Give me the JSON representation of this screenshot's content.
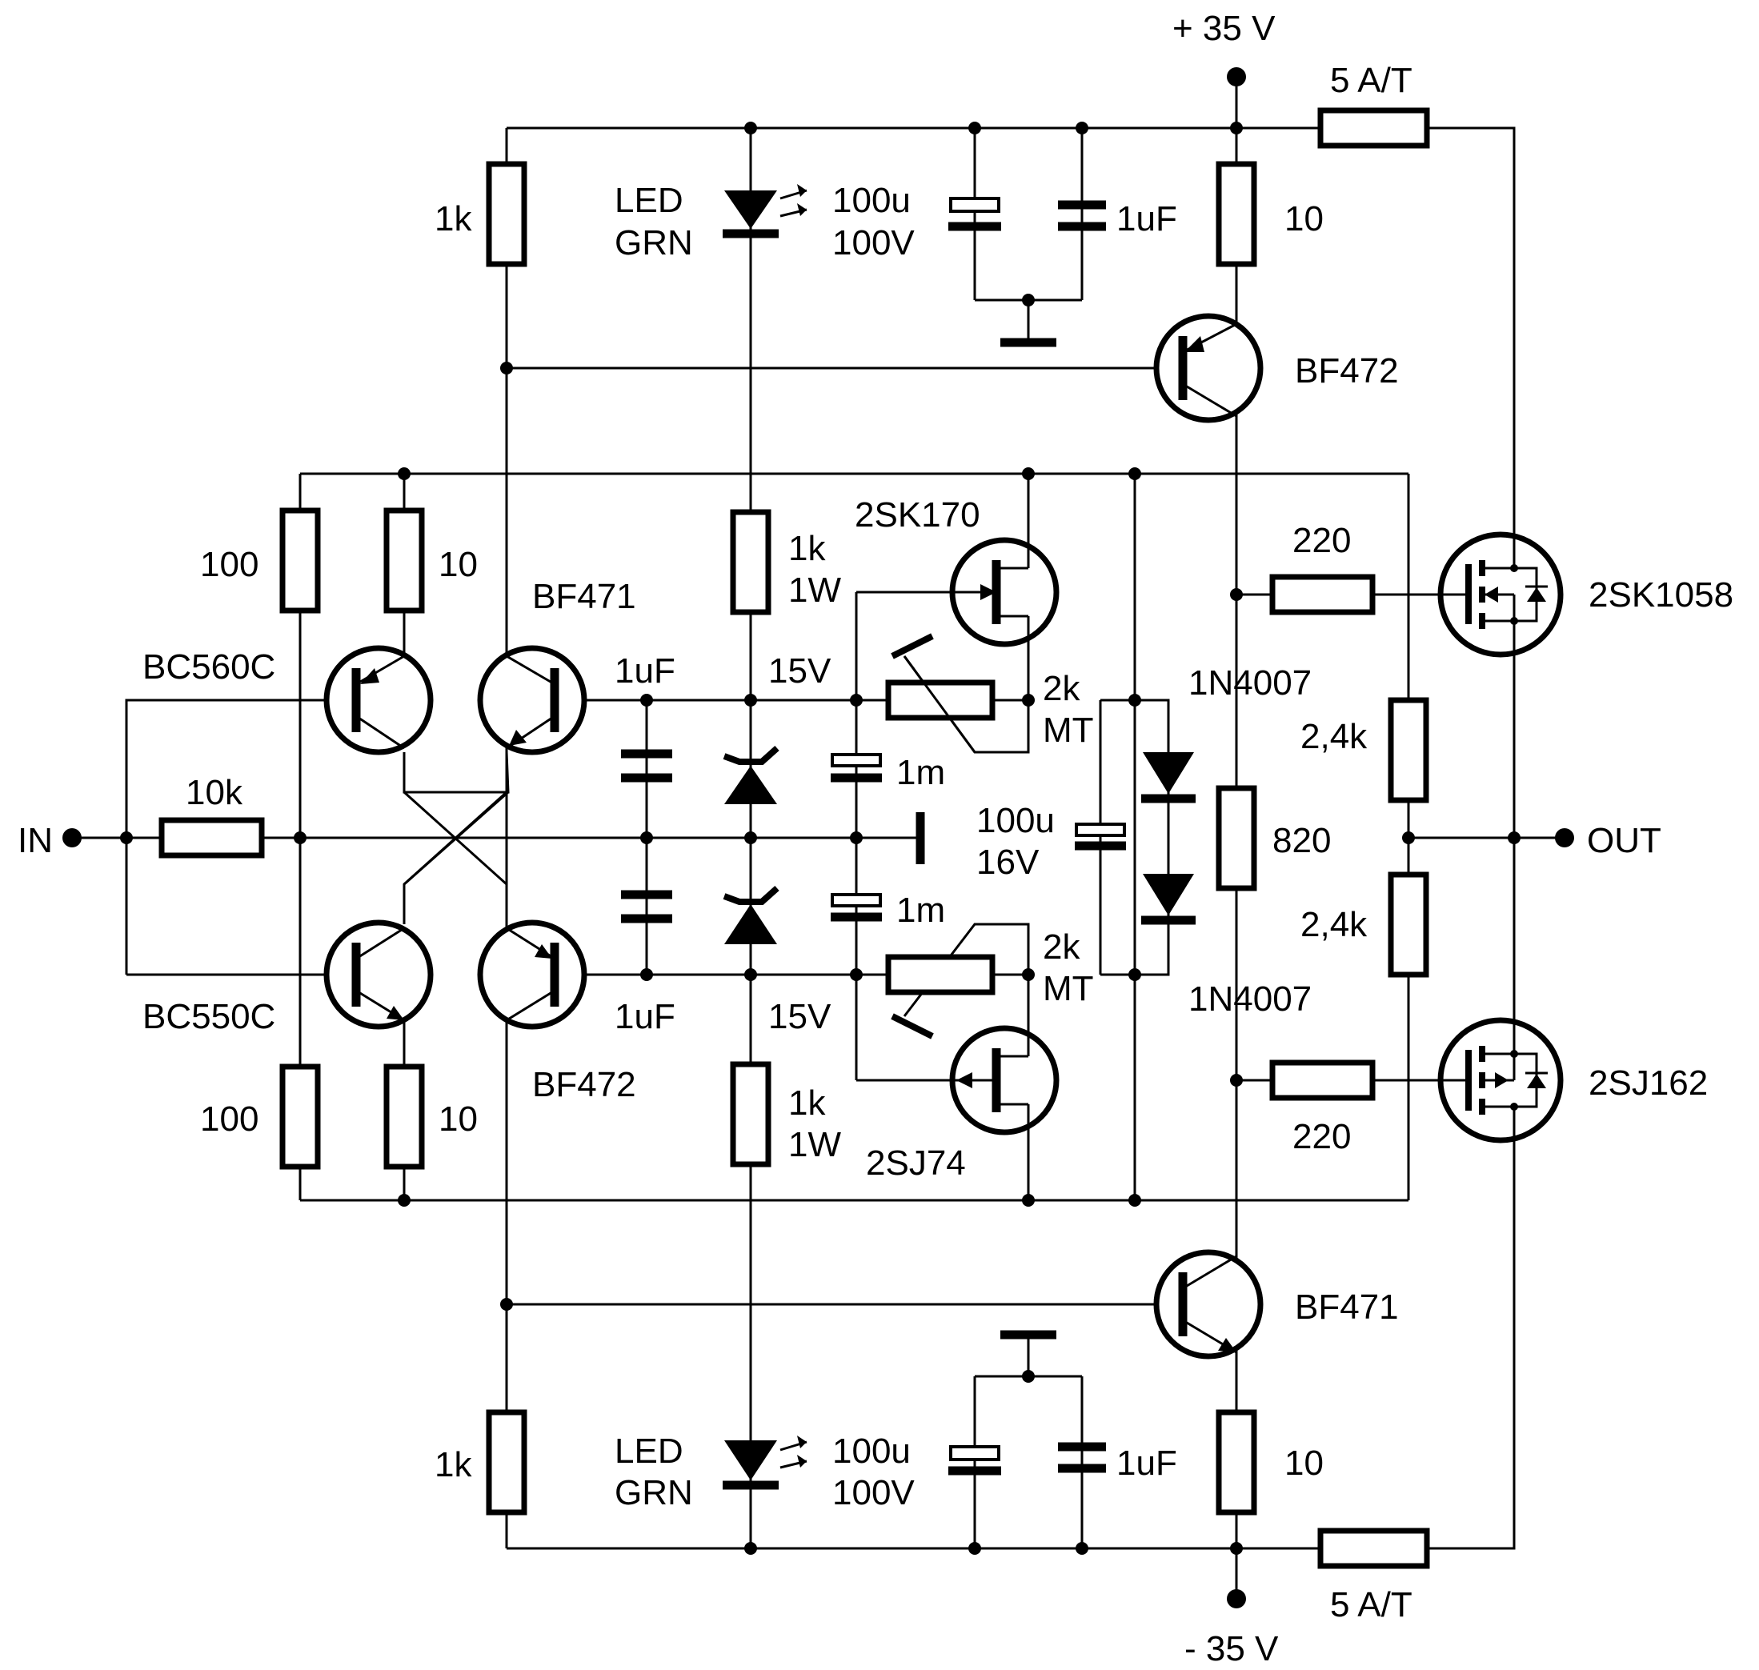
{
  "supply": {
    "positive": "+ 35 V",
    "negative": "- 35 V"
  },
  "ports": {
    "input": "IN",
    "output": "OUT"
  },
  "fuses": {
    "top": "5 A/T",
    "bottom": "5 A/T"
  },
  "resistors": {
    "r_top_1k": "1k",
    "r_bot_1k": "1k",
    "r_top_10_out": "10",
    "r_bot_10_out": "10",
    "r_100_top": "100",
    "r_10_top": "10",
    "r_100_bot": "100",
    "r_10_bot": "10",
    "r_in_10k": "10k",
    "r_top_zener_1": "1k",
    "r_top_zener_2": "1W",
    "r_bot_zener_1": "1k",
    "r_bot_zener_2": "1W",
    "r_gate_top": "220",
    "r_gate_bot": "220",
    "r_820": "820",
    "r_24k_top": "2,4k",
    "r_24k_bot": "2,4k"
  },
  "trimmers": {
    "top_1": "2k",
    "top_2": "MT",
    "bot_1": "2k",
    "bot_2": "MT"
  },
  "leds": {
    "top_1": "LED",
    "top_2": "GRN",
    "bot_1": "LED",
    "bot_2": "GRN"
  },
  "capacitors": {
    "top_elko_1": "100u",
    "top_elko_2": "100V",
    "bot_elko_1": "100u",
    "bot_elko_2": "100V",
    "top_1uF": "1uF",
    "bot_1uF": "1uF",
    "in_top": "1uF",
    "in_bot": "1uF",
    "m_top": "1m",
    "m_bot": "1m",
    "mid_elko_1": "100u",
    "mid_elko_2": "16V"
  },
  "zeners": {
    "top": "15V",
    "bot": "15V"
  },
  "diodes": {
    "top": "1N4007",
    "bot": "1N4007"
  },
  "transistors": {
    "q_bf472_top": "BF472",
    "q_bf471_bot": "BF471",
    "q_bc560c": "BC560C",
    "q_bc550c": "BC550C",
    "q_bf471_mid": "BF471",
    "q_bf472_mid": "BF472",
    "q_2sk170": "2SK170",
    "q_2sj74": "2SJ74",
    "q_2sk1058": "2SK1058",
    "q_2sj162": "2SJ162"
  }
}
